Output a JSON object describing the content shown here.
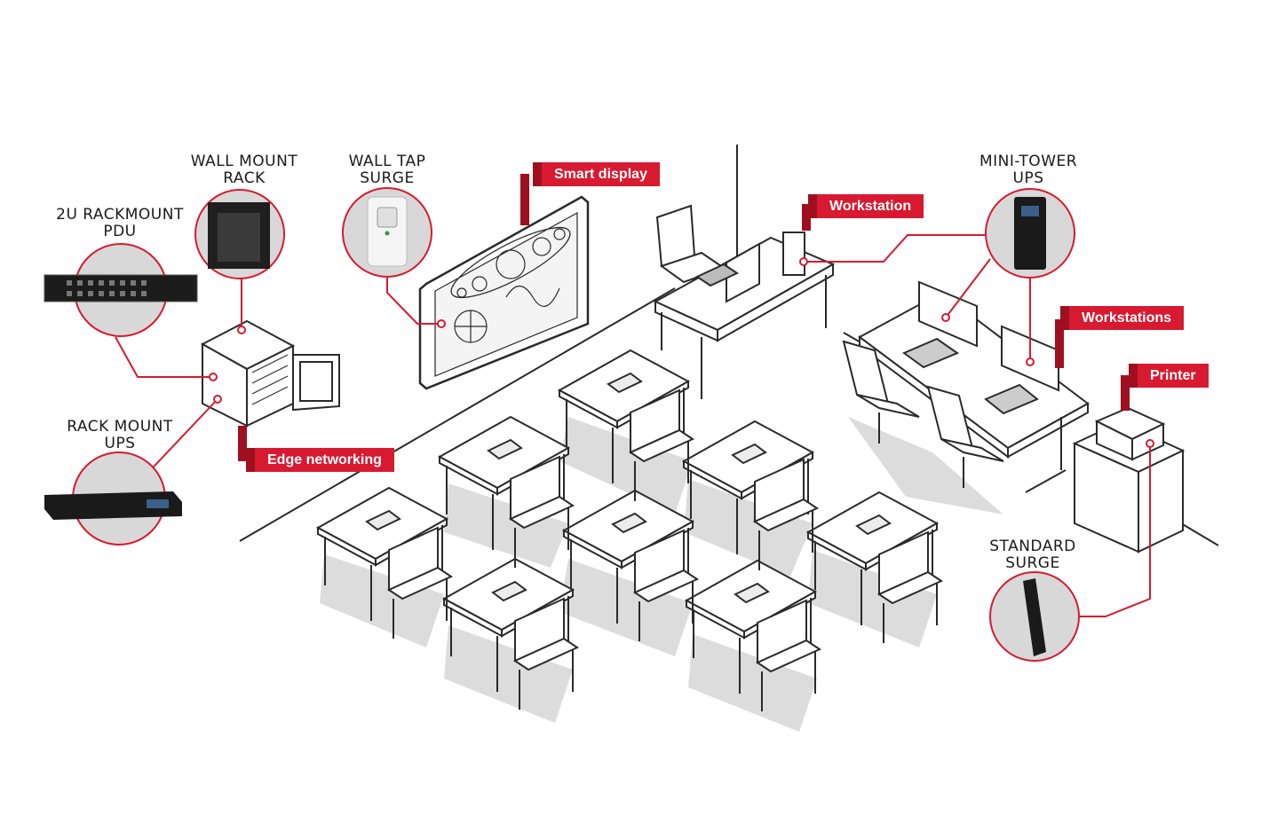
{
  "product_labels": {
    "wall_mount_rack": [
      "WALL MOUNT",
      "RACK"
    ],
    "wall_tap_surge": [
      "WALL TAP",
      "SURGE"
    ],
    "rackmount_pdu": [
      "2U RACKMOUNT",
      "PDU"
    ],
    "rack_mount_ups": [
      "RACK MOUNT",
      "UPS"
    ],
    "mini_tower_ups": [
      "MINI-TOWER",
      "UPS"
    ],
    "standard_surge": [
      "STANDARD",
      "SURGE"
    ]
  },
  "tags": {
    "smart_display": "Smart display",
    "workstation": "Workstation",
    "workstations": "Workstations",
    "printer": "Printer",
    "edge_networking": "Edge networking"
  },
  "colors": {
    "accent": "#d71a30",
    "accent_dark": "#9e1020",
    "line": "#2a2a2a",
    "shadow": "#dcdcdc"
  }
}
